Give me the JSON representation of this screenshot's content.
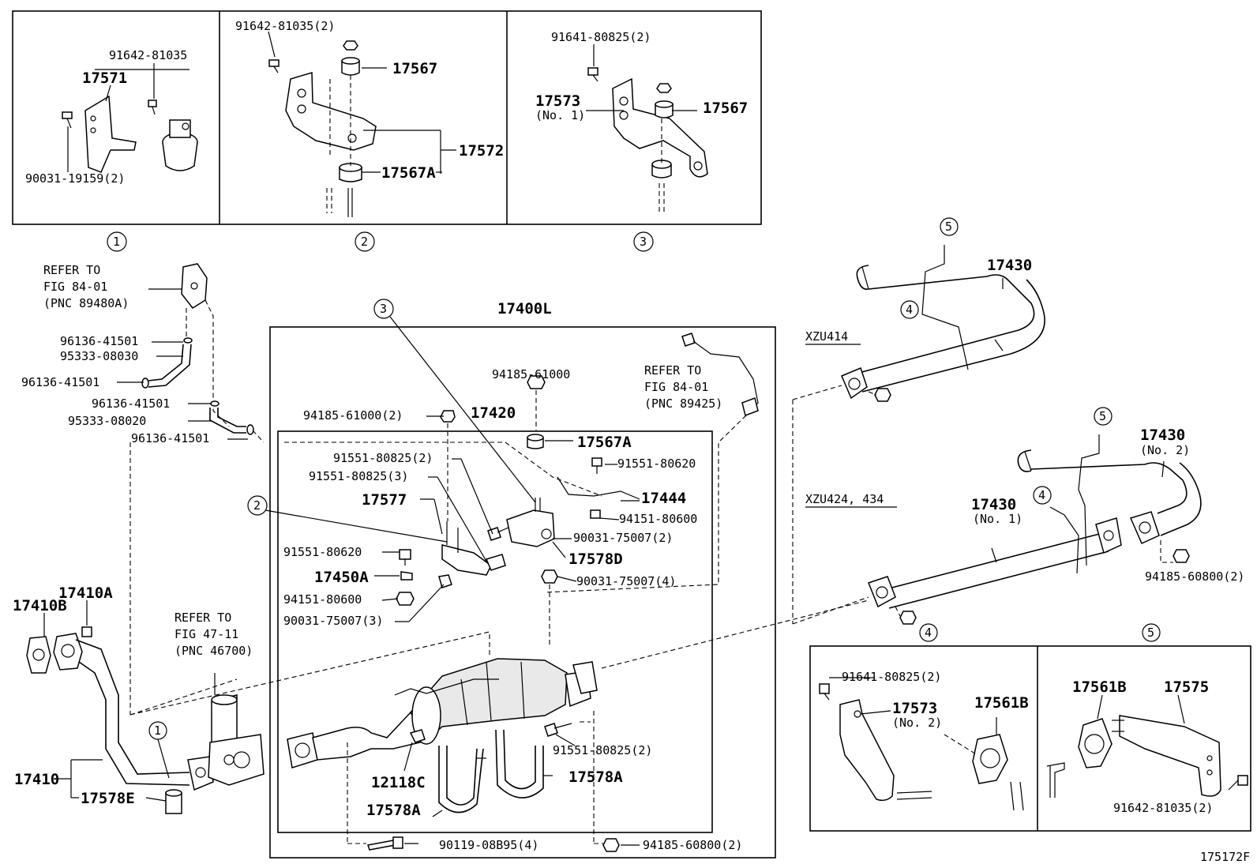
{
  "figure_id": "175172F",
  "detail_refs": {
    "d1": "1",
    "d2": "2",
    "d3": "3",
    "d4": "4",
    "d5": "5"
  },
  "labels": {
    "p91642_81035": "91642-81035",
    "p17571": "17571",
    "p90031_19159": "90031-19159(2)",
    "p91642_81035_2": "91642-81035(2)",
    "p17567_a": "17567",
    "p17572": "17572",
    "p17567A_a": "17567A",
    "p91641_80825_2a": "91641-80825(2)",
    "p17573": "17573",
    "p17573_no1": "(No. 1)",
    "p17567_b": "17567",
    "refer1_l1": "REFER TO",
    "refer1_l2": "FIG 84-01",
    "refer1_l3": "(PNC 89480A)",
    "p96136_a": "96136-41501",
    "p95333_08030": "95333-08030",
    "p96136_b": "96136-41501",
    "p96136_c": "96136-41501",
    "p95333_08020": "95333-08020",
    "p96136_d": "96136-41501",
    "p17400L": "17400L",
    "p94185_61000": "94185-61000",
    "refer2_l1": "REFER TO",
    "refer2_l2": "FIG 84-01",
    "refer2_l3": "(PNC 89425)",
    "p94185_61000_2": "94185-61000(2)",
    "p17420": "17420",
    "p17567A_b": "17567A",
    "p91551_80825_2a": "91551-80825(2)",
    "p91551_80620_a": "91551-80620",
    "p91551_80825_3": "91551-80825(3)",
    "p17444": "17444",
    "p17577": "17577",
    "p94151_80600_a": "94151-80600",
    "p90031_75007_2": "90031-75007(2)",
    "p91551_80620_b": "91551-80620",
    "p17578D": "17578D",
    "p17450A": "17450A",
    "p90031_75007_4": "90031-75007(4)",
    "p94151_80600_b": "94151-80600",
    "p90031_75007_3": "90031-75007(3)",
    "p17410A": "17410A",
    "p17410B": "17410B",
    "refer3_l1": "REFER TO",
    "refer3_l2": "FIG 47-11",
    "refer3_l3": "(PNC 46700)",
    "p91551_80825_2b": "91551-80825(2)",
    "p12118C": "12118C",
    "p17578A_a": "17578A",
    "p17410": "17410",
    "p17578A_b": "17578A",
    "p17578E": "17578E",
    "p90119": "90119-08B95(4)",
    "p94185_60800_2a": "94185-60800(2)",
    "p17430_a": "17430",
    "xzu414": "XZU414",
    "p17430_b": "17430",
    "p17430_no2": "(No. 2)",
    "xzu424": "XZU424, 434",
    "p17430_c": "17430",
    "p17430_no1": "(No. 1)",
    "p94185_60800_2b": "94185-60800(2)",
    "p91641_80825_2b": "91641-80825(2)",
    "p17573_b": "17573",
    "p17573_no2": "(No. 2)",
    "p17561B_a": "17561B",
    "p17561B_b": "17561B",
    "p17575": "17575",
    "p91642_81035_2b": "91642-81035(2)"
  }
}
